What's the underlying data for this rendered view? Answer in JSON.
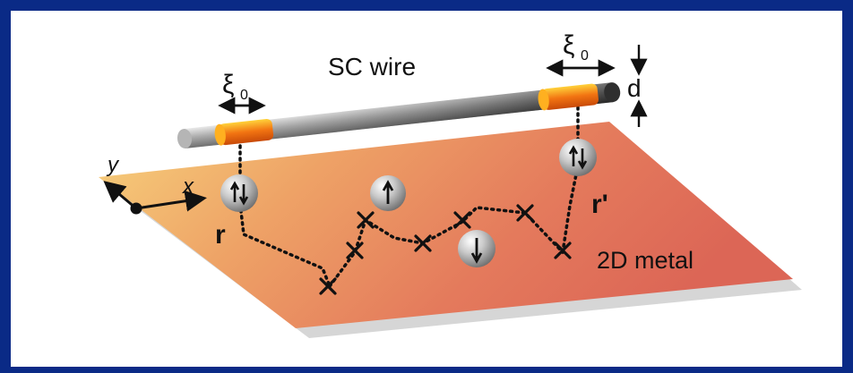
{
  "labels": {
    "wire": "SC wire",
    "xi_left": "ξ",
    "xi_left_sub": "0",
    "xi_right": "ξ",
    "xi_right_sub": "0",
    "d": "d",
    "axis_y": "y",
    "axis_x": "x",
    "r": "r",
    "r_prime": "r'",
    "metal": "2D metal"
  },
  "colors": {
    "background": "#0a2a86",
    "metal_warm": "#f2c06a",
    "metal_red": "#df6d5c",
    "wire_grey": "#8c8c8c",
    "contact_orange": "#f06a10"
  },
  "icons": {
    "pair": "up-down-pair-arrow",
    "spin_up": "spin-up-arrow",
    "spin_down": "spin-down-arrow",
    "impurity": "cross-mark"
  }
}
